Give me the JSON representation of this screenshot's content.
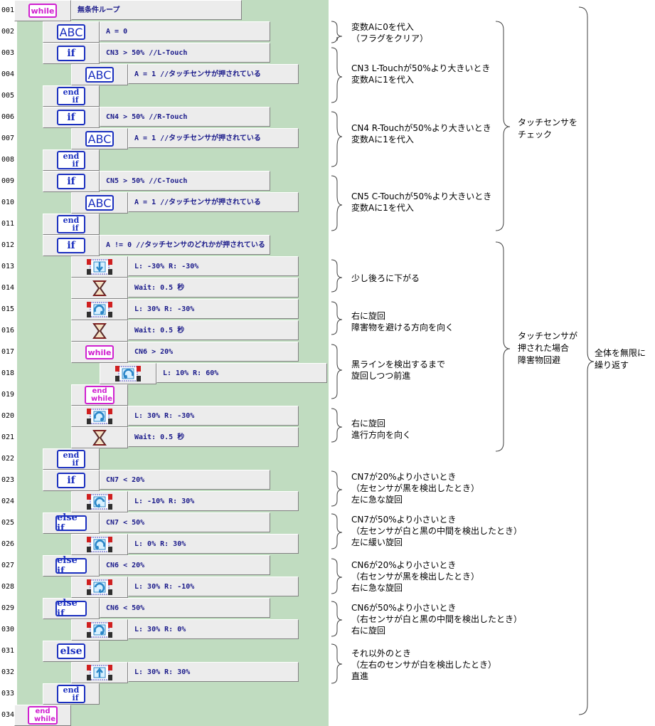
{
  "rows": [
    {
      "n": "001",
      "type": "while",
      "cmd": "無条件ループ"
    },
    {
      "n": "002",
      "type": "abc",
      "cmd": "A = 0"
    },
    {
      "n": "003",
      "type": "if",
      "cmd": "CN3 > 50%  //L-Touch"
    },
    {
      "n": "004",
      "type": "abc",
      "cmd": "A = 1  //タッチセンサが押されている"
    },
    {
      "n": "005",
      "type": "endif",
      "cmd": ""
    },
    {
      "n": "006",
      "type": "if",
      "cmd": "CN4 > 50%  //R-Touch"
    },
    {
      "n": "007",
      "type": "abc",
      "cmd": "A = 1  //タッチセンサが押されている"
    },
    {
      "n": "008",
      "type": "endif",
      "cmd": ""
    },
    {
      "n": "009",
      "type": "if",
      "cmd": "CN5 > 50%  //C-Touch"
    },
    {
      "n": "010",
      "type": "abc",
      "cmd": "A = 1  //タッチセンサが押されている"
    },
    {
      "n": "011",
      "type": "endif",
      "cmd": ""
    },
    {
      "n": "012",
      "type": "if",
      "cmd": "A != 0  //タッチセンサのどれかが押されている"
    },
    {
      "n": "013",
      "type": "motor",
      "icon": "back-motor-icon",
      "cmd": "L: -30%  R: -30%"
    },
    {
      "n": "014",
      "type": "wait",
      "cmd": "Wait: 0.5 秒"
    },
    {
      "n": "015",
      "type": "motor",
      "icon": "turn-right-motor-icon",
      "cmd": "L:  30%  R: -30%"
    },
    {
      "n": "016",
      "type": "wait",
      "cmd": "Wait: 0.5 秒"
    },
    {
      "n": "017",
      "type": "while",
      "cmd": "CN6 > 20%"
    },
    {
      "n": "018",
      "type": "motor",
      "icon": "turn-left-motor-icon",
      "cmd": "L:  10%  R:  60%"
    },
    {
      "n": "019",
      "type": "endwhile",
      "cmd": ""
    },
    {
      "n": "020",
      "type": "motor",
      "icon": "turn-right-motor-icon",
      "cmd": "L:  30%  R: -30%"
    },
    {
      "n": "021",
      "type": "wait",
      "cmd": "Wait: 0.5 秒"
    },
    {
      "n": "022",
      "type": "endif",
      "cmd": ""
    },
    {
      "n": "023",
      "type": "if",
      "cmd": "CN7 < 20%"
    },
    {
      "n": "024",
      "type": "motor",
      "icon": "spin-left-motor-icon",
      "cmd": "L: -10%  R:  30%"
    },
    {
      "n": "025",
      "type": "elseif",
      "cmd": "CN7 < 50%"
    },
    {
      "n": "026",
      "type": "motor",
      "icon": "turn-left-motor-icon",
      "cmd": "L:   0%  R:  30%"
    },
    {
      "n": "027",
      "type": "elseif",
      "cmd": "CN6 < 20%"
    },
    {
      "n": "028",
      "type": "motor",
      "icon": "spin-right-motor-icon",
      "cmd": "L:  30%  R: -10%"
    },
    {
      "n": "029",
      "type": "elseif",
      "cmd": "CN6 < 50%"
    },
    {
      "n": "030",
      "type": "motor",
      "icon": "turn-right-motor-icon",
      "cmd": "L:  30%  R:   0%"
    },
    {
      "n": "031",
      "type": "else",
      "cmd": ""
    },
    {
      "n": "032",
      "type": "motor",
      "icon": "forward-motor-icon",
      "cmd": "L:  30%  R:  30%"
    },
    {
      "n": "033",
      "type": "endif",
      "cmd": ""
    },
    {
      "n": "034",
      "type": "endwhile",
      "cmd": ""
    }
  ],
  "labels": {
    "while": "while",
    "abc": "ABC",
    "if": "if",
    "else_if": "else if",
    "else": "else",
    "end": "end",
    "if_short": "if",
    "while_short": "while"
  },
  "notes": [
    "変数Aに0を代入\n（フラグをクリア）",
    "CN3 L-Touchが50%より大きいとき\n変数Aに1を代入",
    "CN4 R-Touchが50%より大きいとき\n変数Aに1を代入",
    "CN5 C-Touchが50%より大きいとき\n変数Aに1を代入",
    "少し後ろに下がる",
    "右に旋回\n障害物を避ける方向を向く",
    "黒ラインを検出するまで\n旋回しつつ前進",
    "右に旋回\n進行方向を向く",
    "CN7が20%より小さいとき\n（左センサが黒を検出したとき）\n左に急な旋回",
    "CN7が50%より小さいとき\n（左センサが白と黒の中間を検出したとき）\n左に緩い旋回",
    "CN6が20%より小さいとき\n（右センサが黒を検出したとき）\n右に急な旋回",
    "CN6が50%より小さいとき\n（右センサが白と黒の中間を検出したとき）\n右に旋回",
    "それ以外のとき\n（左右のセンサが白を検出したとき）\n直進"
  ],
  "groups": [
    "タッチセンサを\nチェック",
    "タッチセンサが\n押された場合\n障害物回避",
    "全体を無限に\n繰り返す"
  ]
}
